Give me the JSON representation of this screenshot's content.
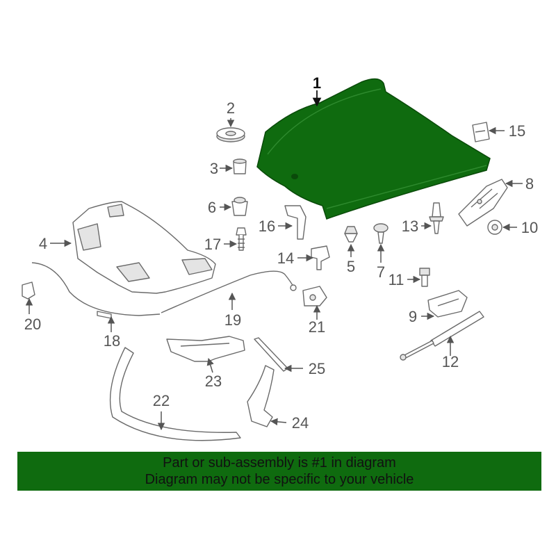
{
  "callouts": {
    "p1": "1",
    "p2": "2",
    "p3": "3",
    "p4": "4",
    "p5": "5",
    "p6": "6",
    "p7": "7",
    "p8": "8",
    "p9": "9",
    "p10": "10",
    "p11": "11",
    "p12": "12",
    "p13": "13",
    "p14": "14",
    "p15": "15",
    "p16": "16",
    "p17": "17",
    "p18": "18",
    "p19": "19",
    "p20": "20",
    "p21": "21",
    "p22": "22",
    "p23": "23",
    "p24": "24",
    "p25": "25"
  },
  "banner": {
    "line1": "Part or sub-assembly is #1 in diagram",
    "line2": "Diagram may not be specific to your vehicle"
  },
  "colors": {
    "highlight": "#0f6b0f",
    "banner_background": "#0f6b0f",
    "line_art": "#6a6a6a"
  }
}
